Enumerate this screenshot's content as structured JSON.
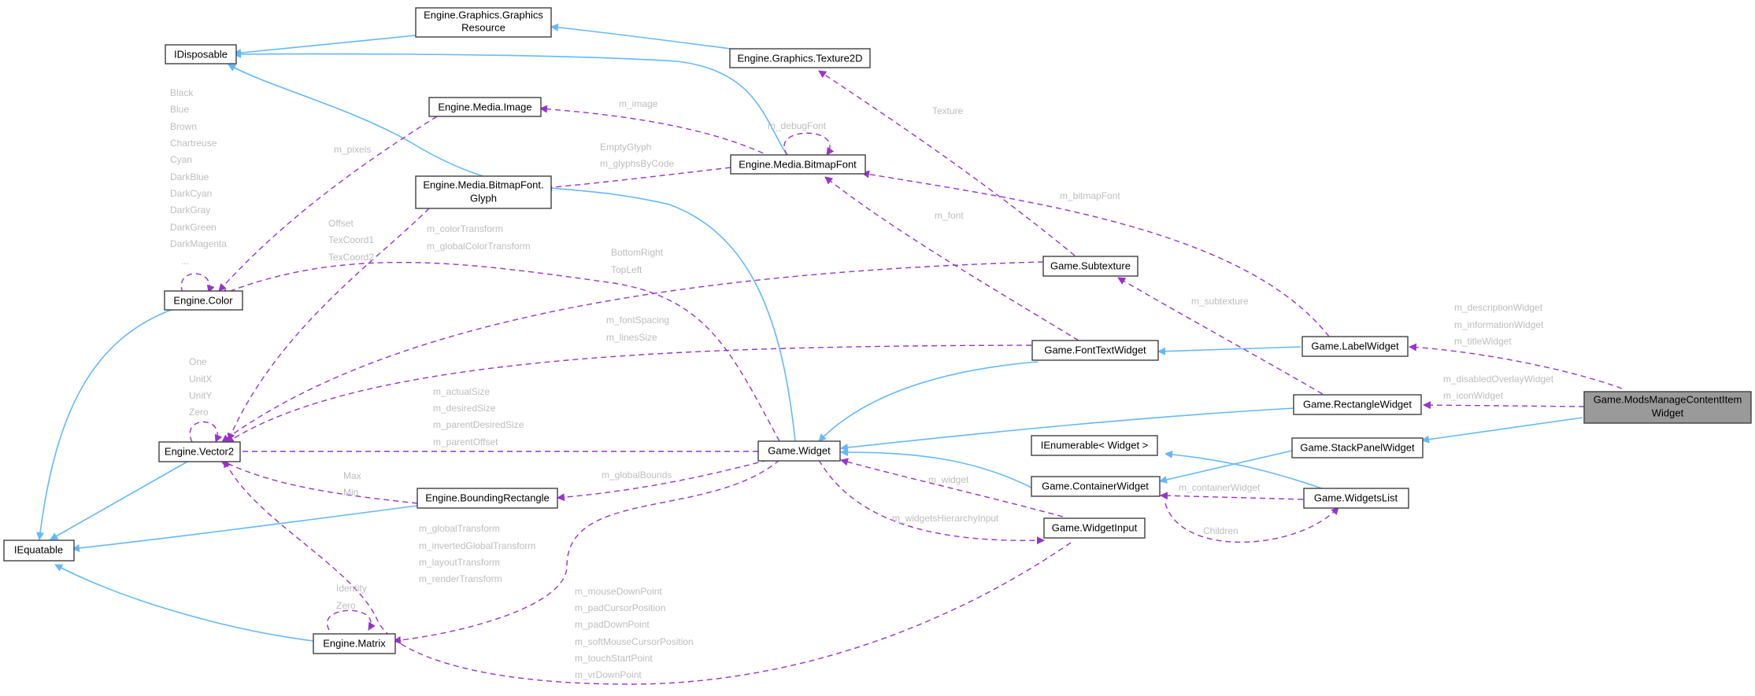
{
  "nodes": {
    "graphics_resource": [
      "Engine.Graphics.Graphics",
      "Resource"
    ],
    "idisposable": [
      "IDisposable"
    ],
    "texture2d": [
      "Engine.Graphics.Texture2D"
    ],
    "media_image": [
      "Engine.Media.Image"
    ],
    "bitmapfont": [
      "Engine.Media.BitmapFont"
    ],
    "glyph": [
      "Engine.Media.BitmapFont.",
      "Glyph"
    ],
    "color": [
      "Engine.Color"
    ],
    "subtexture": [
      "Game.Subtexture"
    ],
    "labelwidget": [
      "Game.LabelWidget"
    ],
    "fonttextwidget": [
      "Game.FontTextWidget"
    ],
    "rectanglewidget": [
      "Game.RectangleWidget"
    ],
    "modsmanage": [
      "Game.ModsManageContentItem",
      "Widget"
    ],
    "vector2": [
      "Engine.Vector2"
    ],
    "widget": [
      "Game.Widget"
    ],
    "ienumerable": [
      "IEnumerable< Widget >"
    ],
    "stackpanel": [
      "Game.StackPanelWidget"
    ],
    "containerwidget": [
      "Game.ContainerWidget"
    ],
    "widgetslist": [
      "Game.WidgetsList"
    ],
    "boundingrect": [
      "Engine.BoundingRectangle"
    ],
    "iequatable": [
      "IEquatable"
    ],
    "widgetinput": [
      "Game.WidgetInput"
    ],
    "matrix": [
      "Engine.Matrix"
    ]
  },
  "edge_labels": {
    "color_names": [
      "Black",
      "Blue",
      "Brown",
      "Chartreuse",
      "Cyan",
      "DarkBlue",
      "DarkCyan",
      "DarkGray",
      "DarkGreen",
      "DarkMagenta",
      "..."
    ],
    "m_pixels": "m_pixels",
    "m_image": "m_image",
    "m_debugFont": "m_debugFont",
    "bitmapfont_glyph": [
      "EmptyGlyph",
      "m_glyphsByCode"
    ],
    "texture": "Texture",
    "m_bitmapFont": "m_bitmapFont",
    "m_font": "m_font",
    "glyph_vector": [
      "Offset",
      "TexCoord1",
      "TexCoord2"
    ],
    "widget_color": [
      "m_colorTransform",
      "m_globalColorTransform"
    ],
    "subtexture_vector": [
      "BottomRight",
      "TopLeft"
    ],
    "m_subtexture": "m_subtexture",
    "label_widgets": [
      "m_descriptionWidget",
      "m_informationWidget",
      "m_titleWidget"
    ],
    "font_vector": [
      "m_fontSpacing",
      "m_linesSize"
    ],
    "rect_widgets": [
      "m_disabledOverlayWidget",
      "m_iconWidget"
    ],
    "vector_consts": [
      "One",
      "UnitX",
      "UnitY",
      "Zero"
    ],
    "widget_vector": [
      "m_actualSize",
      "m_desiredSize",
      "m_parentDesiredSize",
      "m_parentOffset"
    ],
    "m_globalBounds": "m_globalBounds",
    "max_min": [
      "Max",
      "Min"
    ],
    "m_widget": "m_widget",
    "m_containerWidget": "m_containerWidget",
    "m_widgetsHierarchyInput": "m_widgetsHierarchyInput",
    "children": "Children",
    "widget_matrix": [
      "m_globalTransform",
      "m_invertedGlobalTransform",
      "m_layoutTransform",
      "m_renderTransform"
    ],
    "matrix_consts": [
      "Identity",
      "Zero"
    ],
    "input_vector": [
      "m_mouseDownPoint",
      "m_padCursorPosition",
      "m_padDownPoint",
      "m_softMouseCursorPosition",
      "m_touchStartPoint",
      "m_vrDownPoint"
    ]
  },
  "colors": {
    "inheritance_edge": "#63b8ff",
    "usage_edge": "#9a32cd",
    "edge_label": "#bdbdbd",
    "highlight_node": "#9a9a9a"
  }
}
